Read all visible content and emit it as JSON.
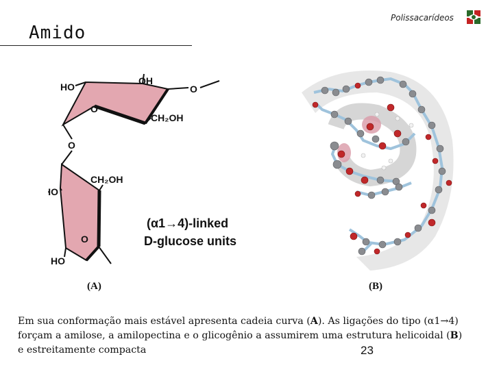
{
  "header": {
    "label": "Polissacarídeos"
  },
  "slide": {
    "title": "Amido",
    "page_number": "23"
  },
  "figure_a": {
    "atom_labels": {
      "ho_top": "HO",
      "oh_top": "OH",
      "o_ring_top": "O",
      "o_link_right": "O",
      "ch2oh_top": "CH₂OH",
      "o_bridge": "O",
      "ch2oh_bottom": "CH₂OH",
      "ho_middle": "HO",
      "o_ring_bottom": "O",
      "ho_bottom": "HO"
    },
    "linkage_line1": "(α1→4)-linked",
    "linkage_line2": "D-glucose units",
    "caption": "(A)"
  },
  "figure_b": {
    "caption": "(B)"
  },
  "body": {
    "part1": "Em sua conformação mais estável apresenta cadeia curva (",
    "bold1": "A",
    "part2": "). As ligações do tipo (α1→4) forçam a amilose, a amilopectina e o glicogênio a assumirem uma estrutura helicoidal (",
    "bold2": "B",
    "part3": ") e estreitamente compacta"
  },
  "colors": {
    "ring_fill": "#e3a7b0",
    "helix_backdrop": "#e4e4e4",
    "oxygen": "#c0282a",
    "carbon": "#8a8c90",
    "bond": "#9fc3dc",
    "logo_green": "#2a6a2a",
    "logo_red": "#c42323"
  }
}
